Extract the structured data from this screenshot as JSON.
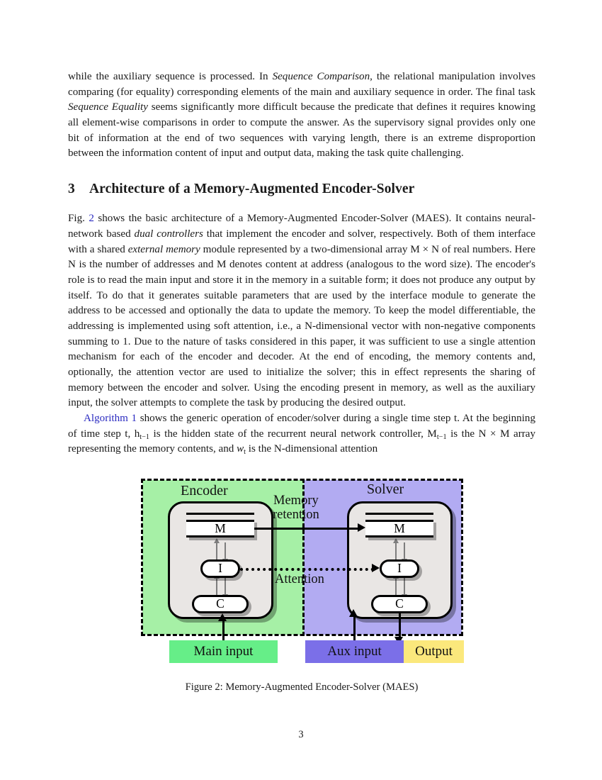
{
  "document": {
    "page_number": "3"
  },
  "paragraphs": {
    "p1_a": "while the auxiliary sequence is processed. In ",
    "p1_it1": "Sequence Comparison",
    "p1_b": ", the relational manipulation involves comparing (for equality) corresponding elements of the main and auxiliary sequence in order. The final task ",
    "p1_it2": "Sequence Equality",
    "p1_c": " seems significantly more difficult because the predicate that defines it requires knowing all element-wise comparisons in order to compute the answer. As the supervisory signal provides only one bit of information at the end of two sequences with varying length, there is an extreme disproportion between the information content of input and output data, making the task quite challenging."
  },
  "section": {
    "number": "3",
    "title": "Architecture of a Memory-Augmented Encoder-Solver"
  },
  "paragraph2": {
    "a": "Fig. ",
    "link": "2",
    "b": " shows the basic architecture of a Memory-Augmented Encoder-Solver (MAES). It contains neural-network based ",
    "it1": "dual controllers",
    "c": " that implement the encoder and solver, respectively. Both of them interface with a shared ",
    "it2": "external memory",
    "d": " module represented by a two-dimensional array M × N of real numbers. Here N is the number of addresses and M denotes content at address (analogous to the word size). The encoder's role is to read the main input and store it in the memory in a suitable form; it does not produce any output by itself. To do that it generates suitable parameters that are used by the interface module to generate the address to be accessed and optionally the data to update the memory. To keep the model differentiable, the addressing is implemented using soft attention, i.e., a N-dimensional vector with non-negative components summing to 1. Due to the nature of tasks considered in this paper, it was sufficient to use a single attention mechanism for each of the encoder and decoder. At the end of encoding, the memory contents and, optionally, the attention vector are used to initialize the solver; this in effect represents the sharing of memory between the encoder and solver. Using the encoding present in memory, as well as the auxiliary input, the solver attempts to complete the task by producing the desired output."
  },
  "paragraph3": {
    "link": "Algorithm 1",
    "a": " shows the generic operation of encoder/solver during a single time step t. At the beginning of time step t, h",
    "sub1": "t−1",
    "b": " is the hidden state of the recurrent neural network controller, M",
    "sub2": "t−1",
    "c": " is the N × M array representing the memory contents, and ",
    "w": "w",
    "sub3": "t",
    "d": " is the N-dimensional attention"
  },
  "figure": {
    "caption": "Figure 2: Memory-Augmented Encoder-Solver (MAES)",
    "panels": {
      "encoder_title": "Encoder",
      "solver_title": "Solver"
    },
    "flow_labels": {
      "memory_retention_line1": "Memory",
      "memory_retention_line2": "retention",
      "attention": "Attention"
    },
    "nodes": {
      "encoder_memory": "M",
      "encoder_interface": "I",
      "encoder_controller": "C",
      "solver_memory": "M",
      "solver_interface": "I",
      "solver_controller": "C"
    },
    "io": {
      "main_input": "Main  input",
      "aux_input": "Aux  input",
      "output": "Output"
    },
    "colors": {
      "encoder_panel": "#a6f0a6",
      "solver_panel": "#b2abf2",
      "main_input_box": "#66ee88",
      "aux_input_box": "#7b6fe8",
      "output_box": "#fbe87c",
      "controller_fill": "#e9e6e4",
      "internal_arrow": "#7d7d7d",
      "link": "#2a2ac0"
    }
  }
}
